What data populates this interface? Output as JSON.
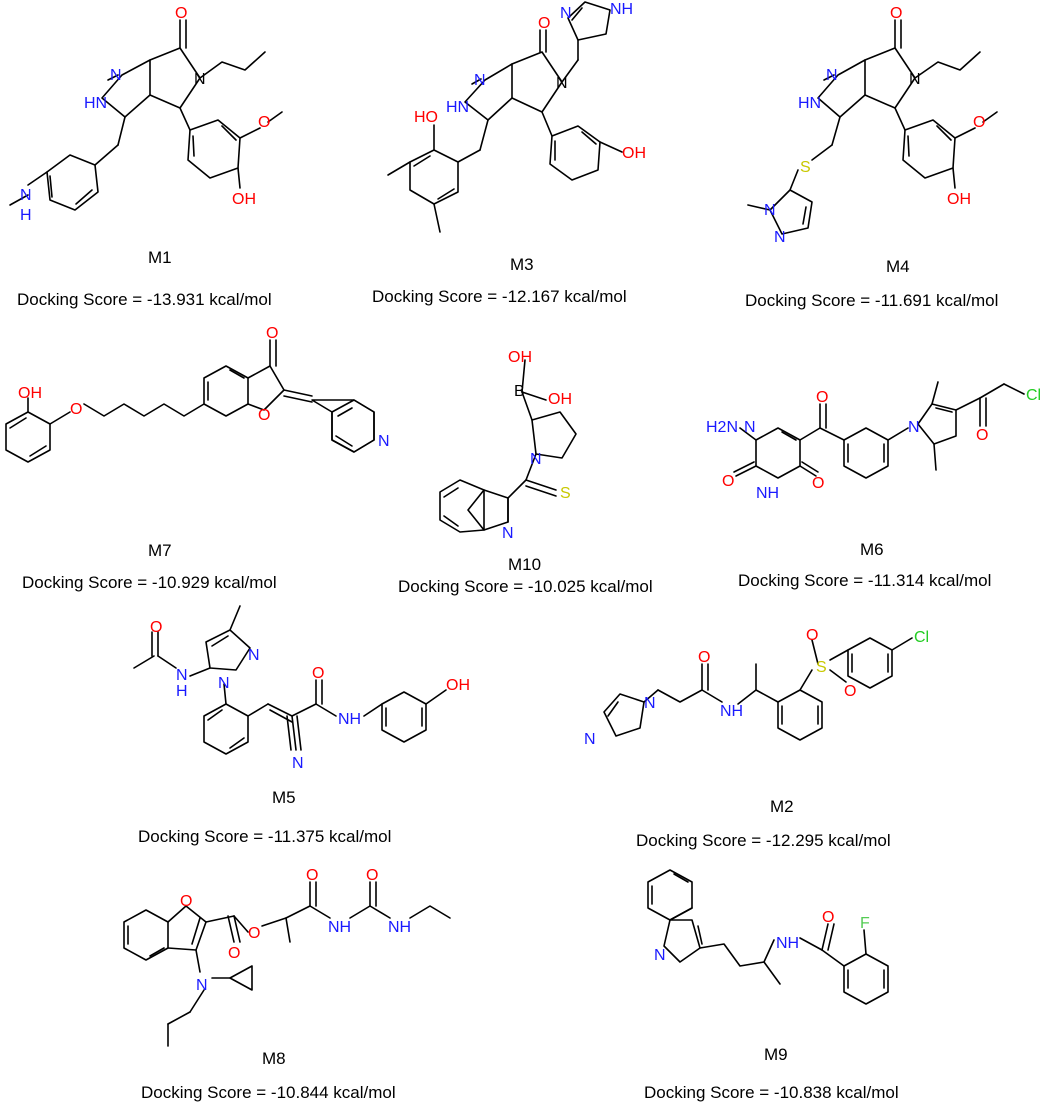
{
  "colors": {
    "bond": "#000000",
    "nitrogen": "#1a1aff",
    "oxygen": "#ff0000",
    "sulfur": "#c8c800",
    "chlorine": "#22cc22",
    "fluorine": "#55cc55",
    "boron": "#000000"
  },
  "molecules": [
    {
      "id": "M1",
      "name": "M1",
      "score": "Docking Score = -13.931 kcal/mol",
      "atoms": {
        "o_keto": "O",
        "n_ring": "N",
        "hn": "HN",
        "n_ring2": "N",
        "nh_methyl": "N",
        "h": "H",
        "oh": "OH",
        "ome": "O"
      }
    },
    {
      "id": "M3",
      "name": "M3",
      "score": "Docking Score = -12.167 kcal/mol",
      "atoms": {
        "o_keto": "O",
        "n_ring": "N",
        "hn": "HN",
        "n_ring2": "N",
        "ho": "HO",
        "oh": "OH",
        "im_n": "N",
        "im_nh": "NH"
      }
    },
    {
      "id": "M4",
      "name": "M4",
      "score": "Docking Score = -11.691 kcal/mol",
      "atoms": {
        "o_keto": "O",
        "n_ring": "N",
        "hn": "HN",
        "n_ring2": "N",
        "s": "S",
        "pz_n1": "N",
        "pz_n2": "N",
        "oh": "OH",
        "ome": "O"
      }
    },
    {
      "id": "M7",
      "name": "M7",
      "score": "Docking Score = -10.929 kcal/mol",
      "atoms": {
        "oh": "OH",
        "o_ether": "O",
        "o_keto": "O",
        "o_ring": "O",
        "n_pyr": "N"
      }
    },
    {
      "id": "M10",
      "name": "M10",
      "score": "Docking Score = -10.025 kcal/mol",
      "atoms": {
        "oh1": "OH",
        "oh2": "OH",
        "b": "B",
        "n_pyrr": "N",
        "s": "S",
        "n_ind": "N"
      }
    },
    {
      "id": "M6",
      "name": "M6",
      "score": "Docking Score = -11.314 kcal/mol",
      "atoms": {
        "h2n": "H2N",
        "n1": "N",
        "o2": "O",
        "nh": "NH",
        "o4": "O",
        "o_keto": "O",
        "n_pyrr": "N",
        "o_acyl": "O",
        "cl": "Cl"
      }
    },
    {
      "id": "M5",
      "name": "M5",
      "score": "Docking Score = -11.375 kcal/mol",
      "atoms": {
        "o_ac": "O",
        "nh_ac": "N",
        "h_ac": "H",
        "pz_n1": "N",
        "pz_n2": "N",
        "o_amide": "O",
        "nh_amide": "NH",
        "oh": "OH",
        "cn": "N"
      }
    },
    {
      "id": "M2",
      "name": "M2",
      "score": "Docking Score = -12.295 kcal/mol",
      "atoms": {
        "im_n1": "N",
        "im_n3": "N",
        "o_amide": "O",
        "nh": "NH",
        "s": "S",
        "so1": "O",
        "so2": "O",
        "cl": "Cl"
      }
    },
    {
      "id": "M8",
      "name": "M8",
      "score": "Docking Score = -10.844 kcal/mol",
      "atoms": {
        "o_furan": "O",
        "o_ester": "O",
        "o_ester_co": "O",
        "o_amide": "O",
        "nh1": "NH",
        "o_urea": "O",
        "nh2": "NH",
        "n_amine": "N"
      }
    },
    {
      "id": "M9",
      "name": "M9",
      "score": "Docking Score = -10.838 kcal/mol",
      "atoms": {
        "n_ind": "N",
        "nh": "NH",
        "o_keto": "O",
        "f": "F"
      }
    }
  ]
}
